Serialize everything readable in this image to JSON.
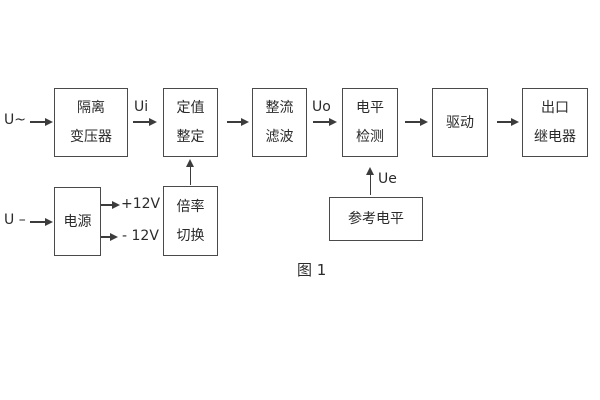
{
  "figure": {
    "caption": "图 1",
    "blocks": {
      "isolation_transformer": {
        "lines": [
          "隔离",
          "变压器"
        ]
      },
      "setpoint_adjust": {
        "lines": [
          "定值",
          "整定"
        ]
      },
      "rectify_filter": {
        "lines": [
          "整流",
          "滤波"
        ]
      },
      "level_detect": {
        "lines": [
          "电平",
          "检测"
        ]
      },
      "drive": {
        "lines": [
          "驱动"
        ]
      },
      "output_relay": {
        "lines": [
          "出口",
          "继电器"
        ]
      },
      "power_supply": {
        "lines": [
          "电源"
        ]
      },
      "multiplier_switch": {
        "lines": [
          "倍率",
          "切换"
        ]
      },
      "reference_level": {
        "lines": [
          "参考电平"
        ]
      }
    },
    "signals": {
      "u_ac": "U~",
      "u_dc": "U –",
      "ui": "Ui",
      "uo": "Uo",
      "ue": "Ue",
      "plus_12v": "+12V",
      "minus_12v": "- 12V"
    },
    "colors": {
      "line": "#4a4a4a",
      "arrow": "#3c3c3c",
      "text": "#2b2b2b",
      "background": "#ffffff"
    }
  }
}
